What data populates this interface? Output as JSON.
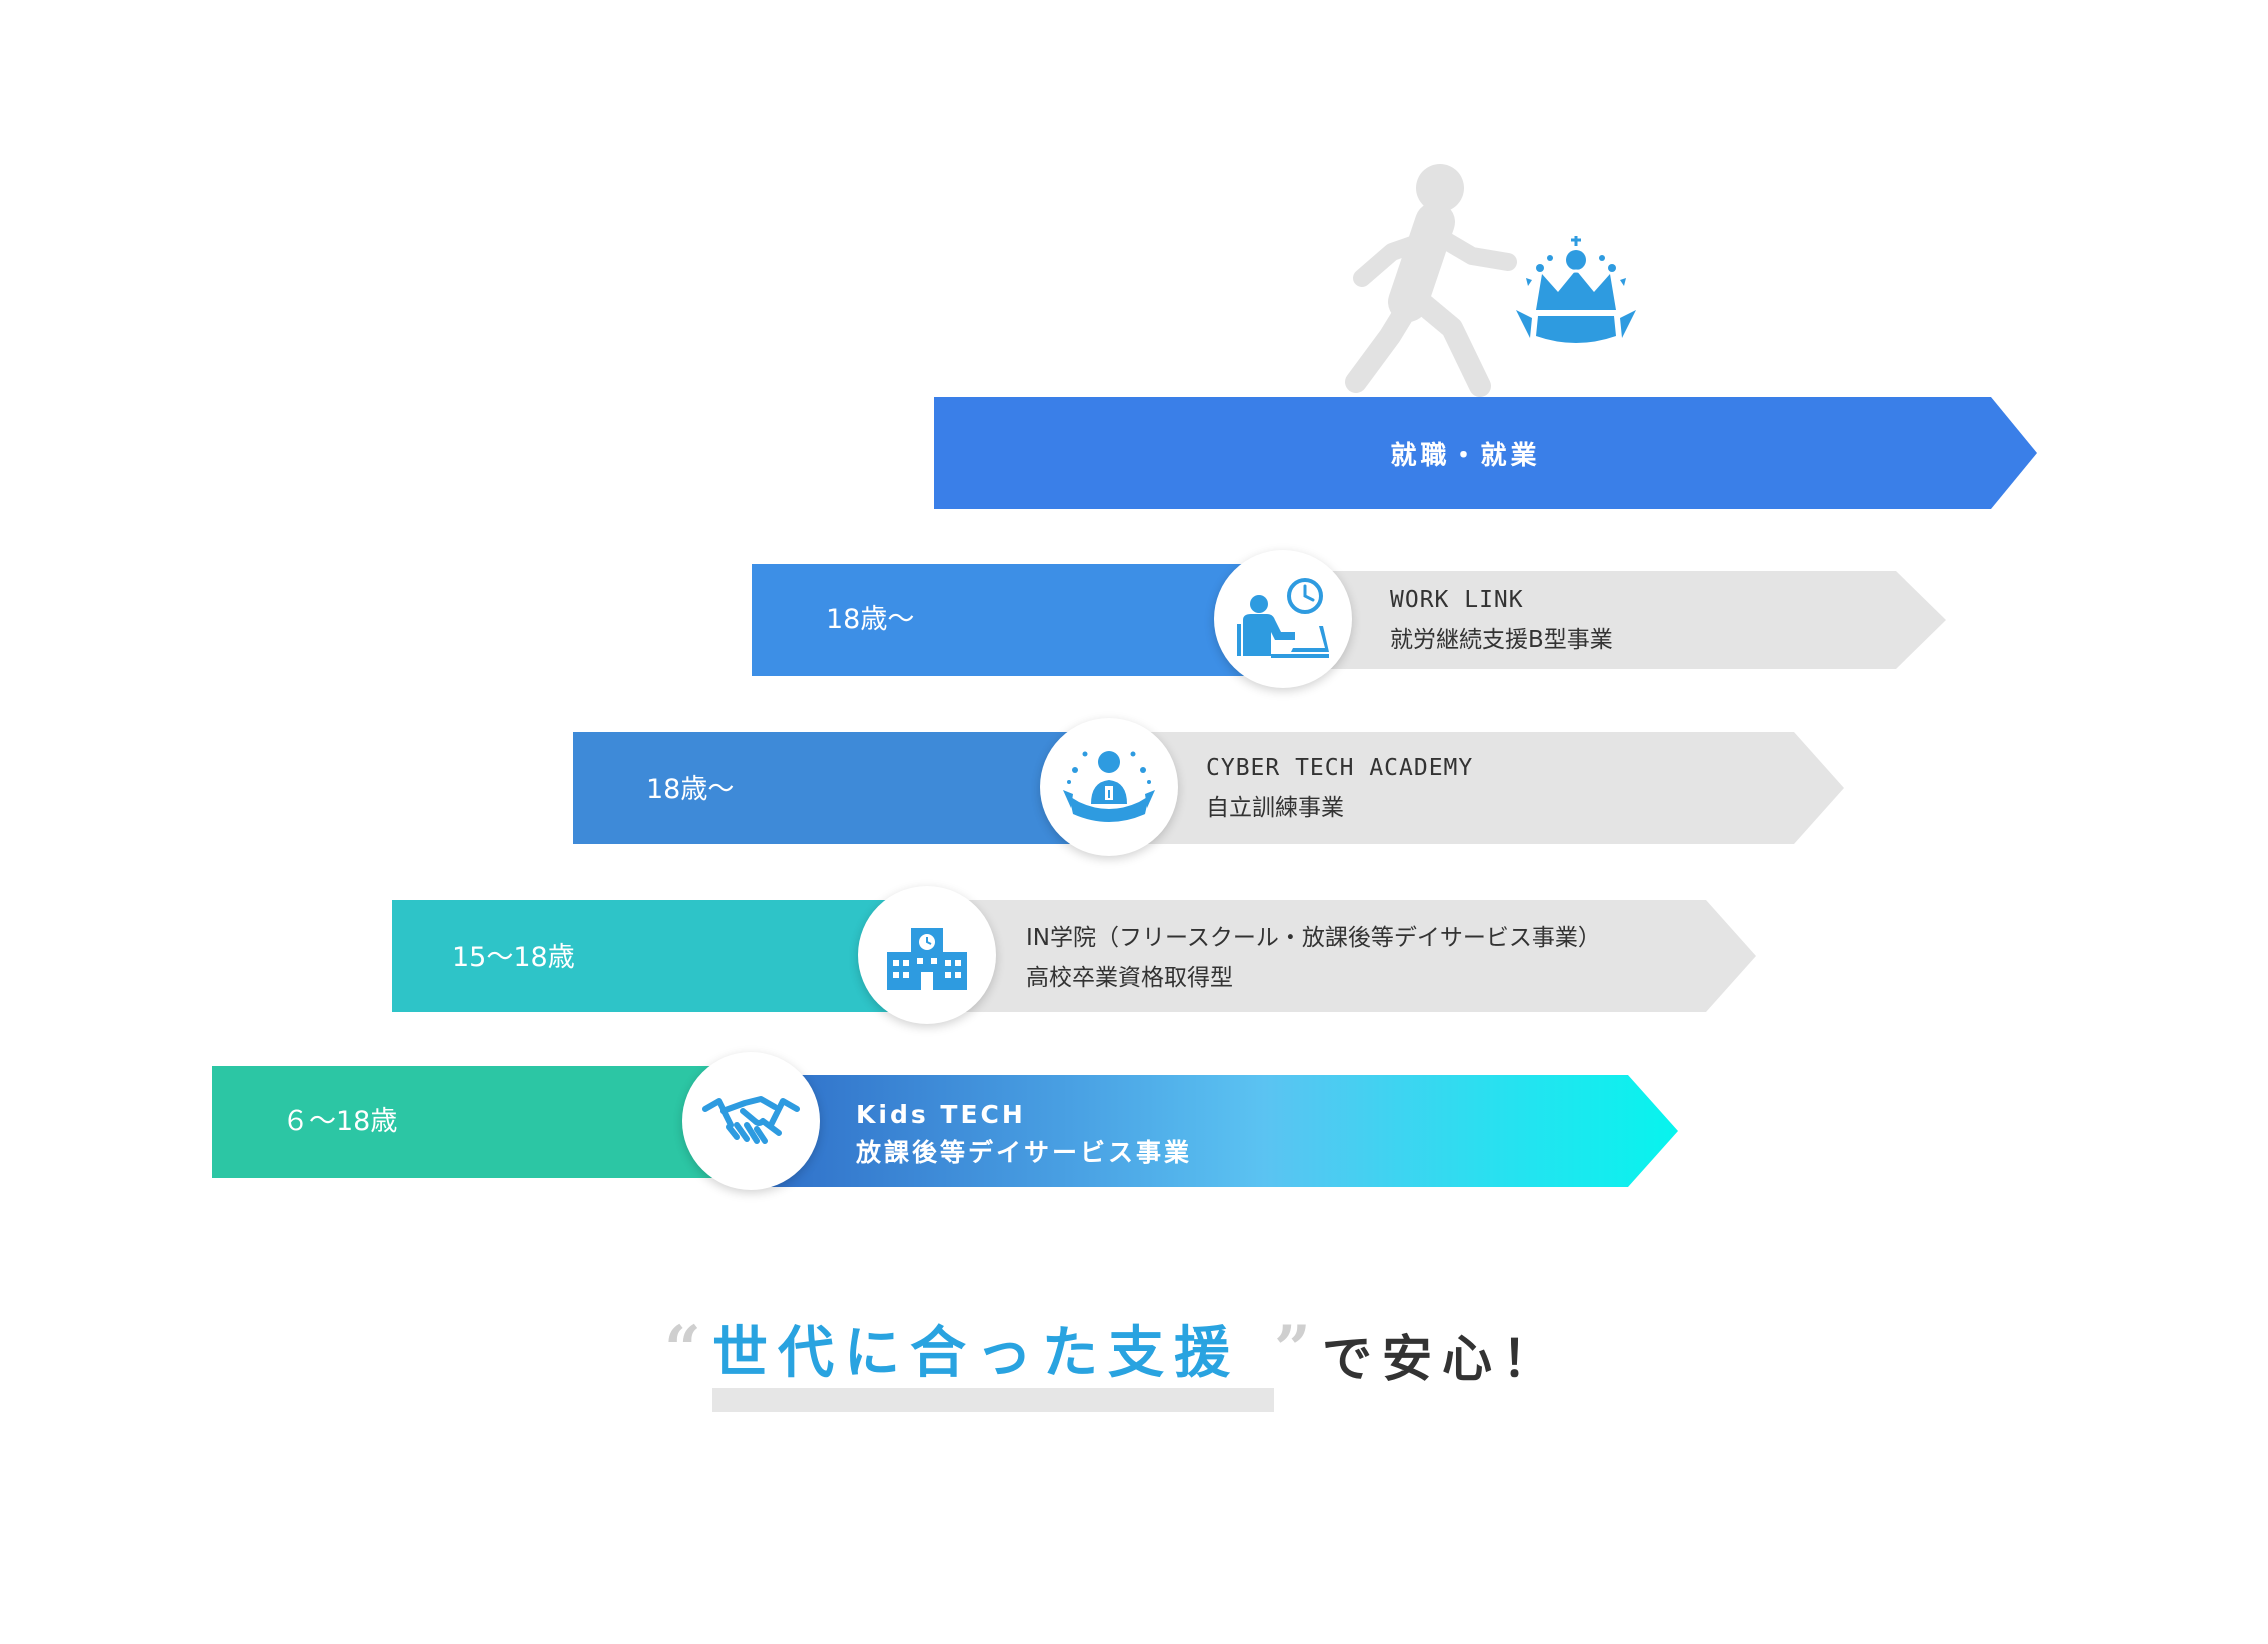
{
  "top_step": {
    "label": "就職・就業"
  },
  "steps": [
    {
      "age": "18歳～",
      "title": "WORK LINK",
      "subtitle": "就労継続支援B型事業",
      "icon": "desk-clock-worker-icon",
      "color": "#3d8fe6"
    },
    {
      "age": "18歳～",
      "title": "CYBER TECH ACADEMY",
      "subtitle": "自立訓練事業",
      "icon": "graduate-wreath-icon",
      "color": "#3e8ad8"
    },
    {
      "age": "15～18歳",
      "title": "IN学院（フリースクール・放課後等デイサービス事業）",
      "subtitle": "高校卒業資格取得型",
      "icon": "school-building-icon",
      "color": "#2ec4c8"
    },
    {
      "age": "６～18歳",
      "title": "Kids TECH",
      "subtitle": "放課後等デイサービス事業",
      "icon": "handshake-icon",
      "color": "#2cc6a4"
    }
  ],
  "tagline": {
    "open_quote": "“",
    "highlight": "世代に合った支援",
    "close_quote": "”",
    "rest": "で安心！"
  },
  "colors": {
    "top_bar": "#3a7fe8",
    "icon_blue": "#2e9be0",
    "grey_arrow": "#e4e4e4",
    "walker": "#e2e2e2",
    "tagline_blue": "#29a3e0"
  }
}
